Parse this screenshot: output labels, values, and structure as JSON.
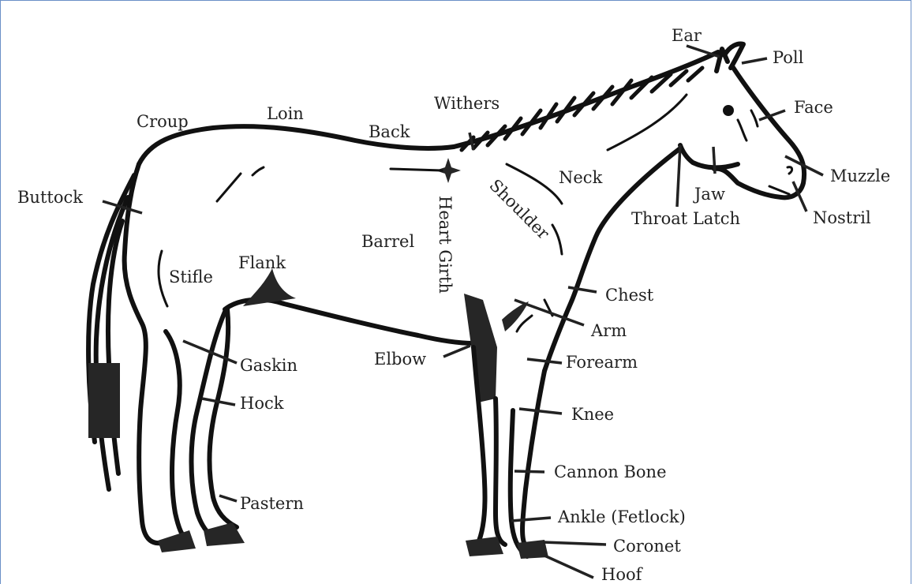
{
  "labels": {
    "ear": "Ear",
    "poll": "Poll",
    "face": "Face",
    "muzzle": "Muzzle",
    "nostril": "Nostril",
    "jaw": "Jaw",
    "throat_latch": "Throat Latch",
    "neck": "Neck",
    "withers": "Withers",
    "back": "Back",
    "loin": "Loin",
    "croup": "Croup",
    "buttock": "Buttock",
    "stifle": "Stifle",
    "flank": "Flank",
    "barrel": "Barrel",
    "heart_girth": "Heart Girth",
    "shoulder": "Shoulder",
    "chest": "Chest",
    "arm": "Arm",
    "forearm": "Forearm",
    "elbow": "Elbow",
    "gaskin": "Gaskin",
    "hock": "Hock",
    "knee": "Knee",
    "cannon_bone": "Cannon Bone",
    "pastern": "Pastern",
    "ankle": "Ankle (Fetlock)",
    "coronet": "Coronet",
    "hoof": "Hoof"
  }
}
